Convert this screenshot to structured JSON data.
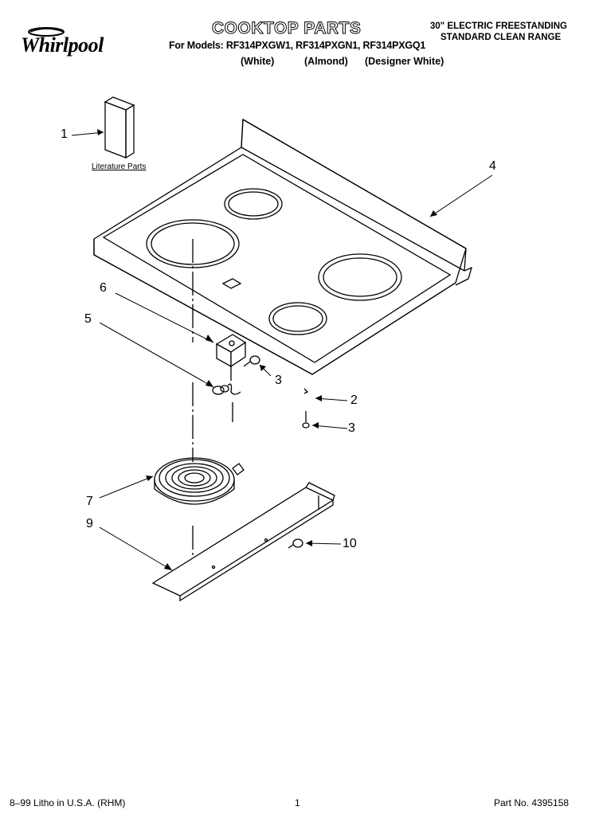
{
  "header": {
    "brand": "Whirlpool",
    "title": "COOKTOP PARTS",
    "models_line": "For Models: RF314PXGW1, RF314PXGN1, RF314PXGQ1",
    "finishes": [
      "(White)",
      "(Almond)",
      "(Designer White)"
    ],
    "range_type_line1": "30\" ELECTRIC FREESTANDING",
    "range_type_line2": "STANDARD CLEAN RANGE"
  },
  "diagram": {
    "literature_label": "Literature Parts",
    "callouts": [
      "1",
      "2",
      "3",
      "3",
      "4",
      "5",
      "6",
      "7",
      "9",
      "10"
    ]
  },
  "footer": {
    "litho": "8–99 Litho in U.S.A. (RHM)",
    "page": "1",
    "part_no": "Part No. 4395158"
  }
}
